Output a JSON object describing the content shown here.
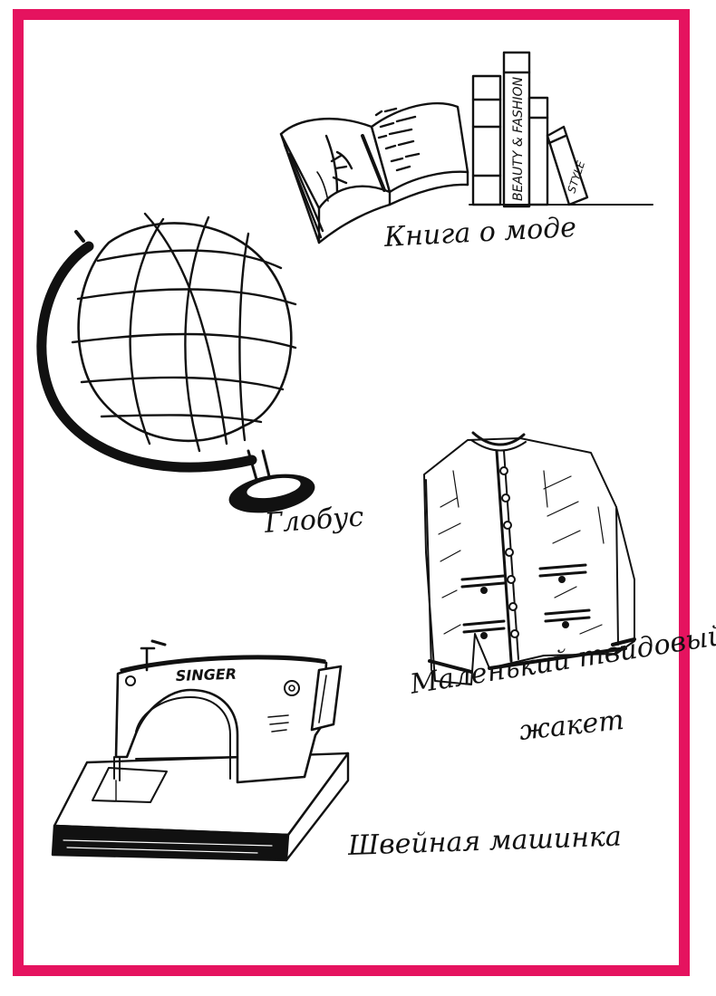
{
  "colors": {
    "frame": "#e5135f",
    "ink": "#111111",
    "paper": "#ffffff"
  },
  "items": {
    "book": {
      "caption": "Книга о моде",
      "icon": "open-book-icon",
      "spines": [
        "BEAUTY & FASHION",
        "STYLE"
      ]
    },
    "globe": {
      "caption": "Глобус",
      "icon": "globe-icon"
    },
    "jacket": {
      "caption_line1": "Маленький твидовый",
      "caption_line2": "жакет",
      "icon": "tweed-jacket-icon"
    },
    "sewing_machine": {
      "caption": "Швейная машинка",
      "brand": "SINGER",
      "icon": "sewing-machine-icon"
    }
  }
}
